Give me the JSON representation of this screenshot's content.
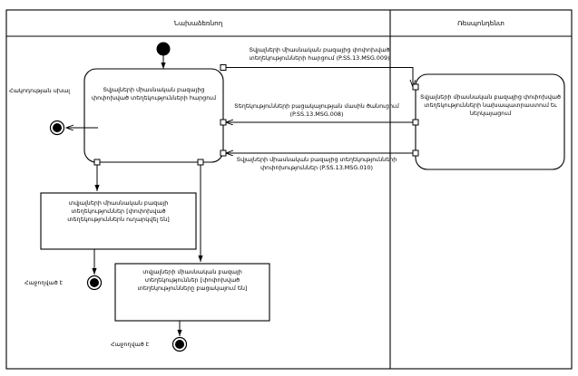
{
  "diagram": {
    "type": "uml-activity-sequence",
    "title": "",
    "partitions": [
      {
        "name": "initiator",
        "label": "Նախաձեռնող"
      },
      {
        "name": "respondent",
        "label": "Ռեսպոնդենտ"
      }
    ],
    "activities": [
      {
        "id": "request",
        "label": "Տվյալների միասնական բազայից փոփոխված տեղեկությունների հարցում"
      },
      {
        "id": "prepare",
        "label": "Տվյալների միասնական բազայից փոփոխված տեղեկությունների նախապատրաստում եւ ներկայացում"
      }
    ],
    "objects": [
      {
        "id": "obj-sent",
        "label": "տվյալների միասնական բազայի տեղեկություններ  [փոփոխված տեղեկություններն ուղարկվել են]"
      },
      {
        "id": "obj-absent",
        "label": "տվյալների միասնական բազայի տեղեկություններ [փոփոխված տեղեկությունները բացակայում են]"
      }
    ],
    "messages": [
      {
        "id": "msg-009",
        "label": "Տվյալների միասնական բազայից փոփոխված տեղեկությունների հարցում (P.SS.13.MSG.009)",
        "code": "P.SS.13.MSG.009",
        "direction": "left-to-right"
      },
      {
        "id": "msg-008",
        "label": "Տեղեկությունների բացակայության մասին ծանուցում (P.SS.13.MSG.008)",
        "code": "P.SS.13.MSG.008",
        "direction": "right-to-left"
      },
      {
        "id": "msg-010",
        "label": "Տվյալների միասնական բազայից տեղեկությունների փոփոխություններ (P.SS.13.MSG.010)",
        "code": "P.SS.13.MSG.010",
        "direction": "right-to-left"
      }
    ],
    "end_labels": [
      {
        "id": "end-error",
        "label": "Հակոդության սխալ"
      },
      {
        "id": "end-success-1",
        "label": "Հաջողված է"
      },
      {
        "id": "end-success-2",
        "label": "Հաջողված է"
      }
    ],
    "colors": {
      "stroke": "#000000",
      "fill": "#ffffff",
      "background": "#ffffff"
    }
  }
}
